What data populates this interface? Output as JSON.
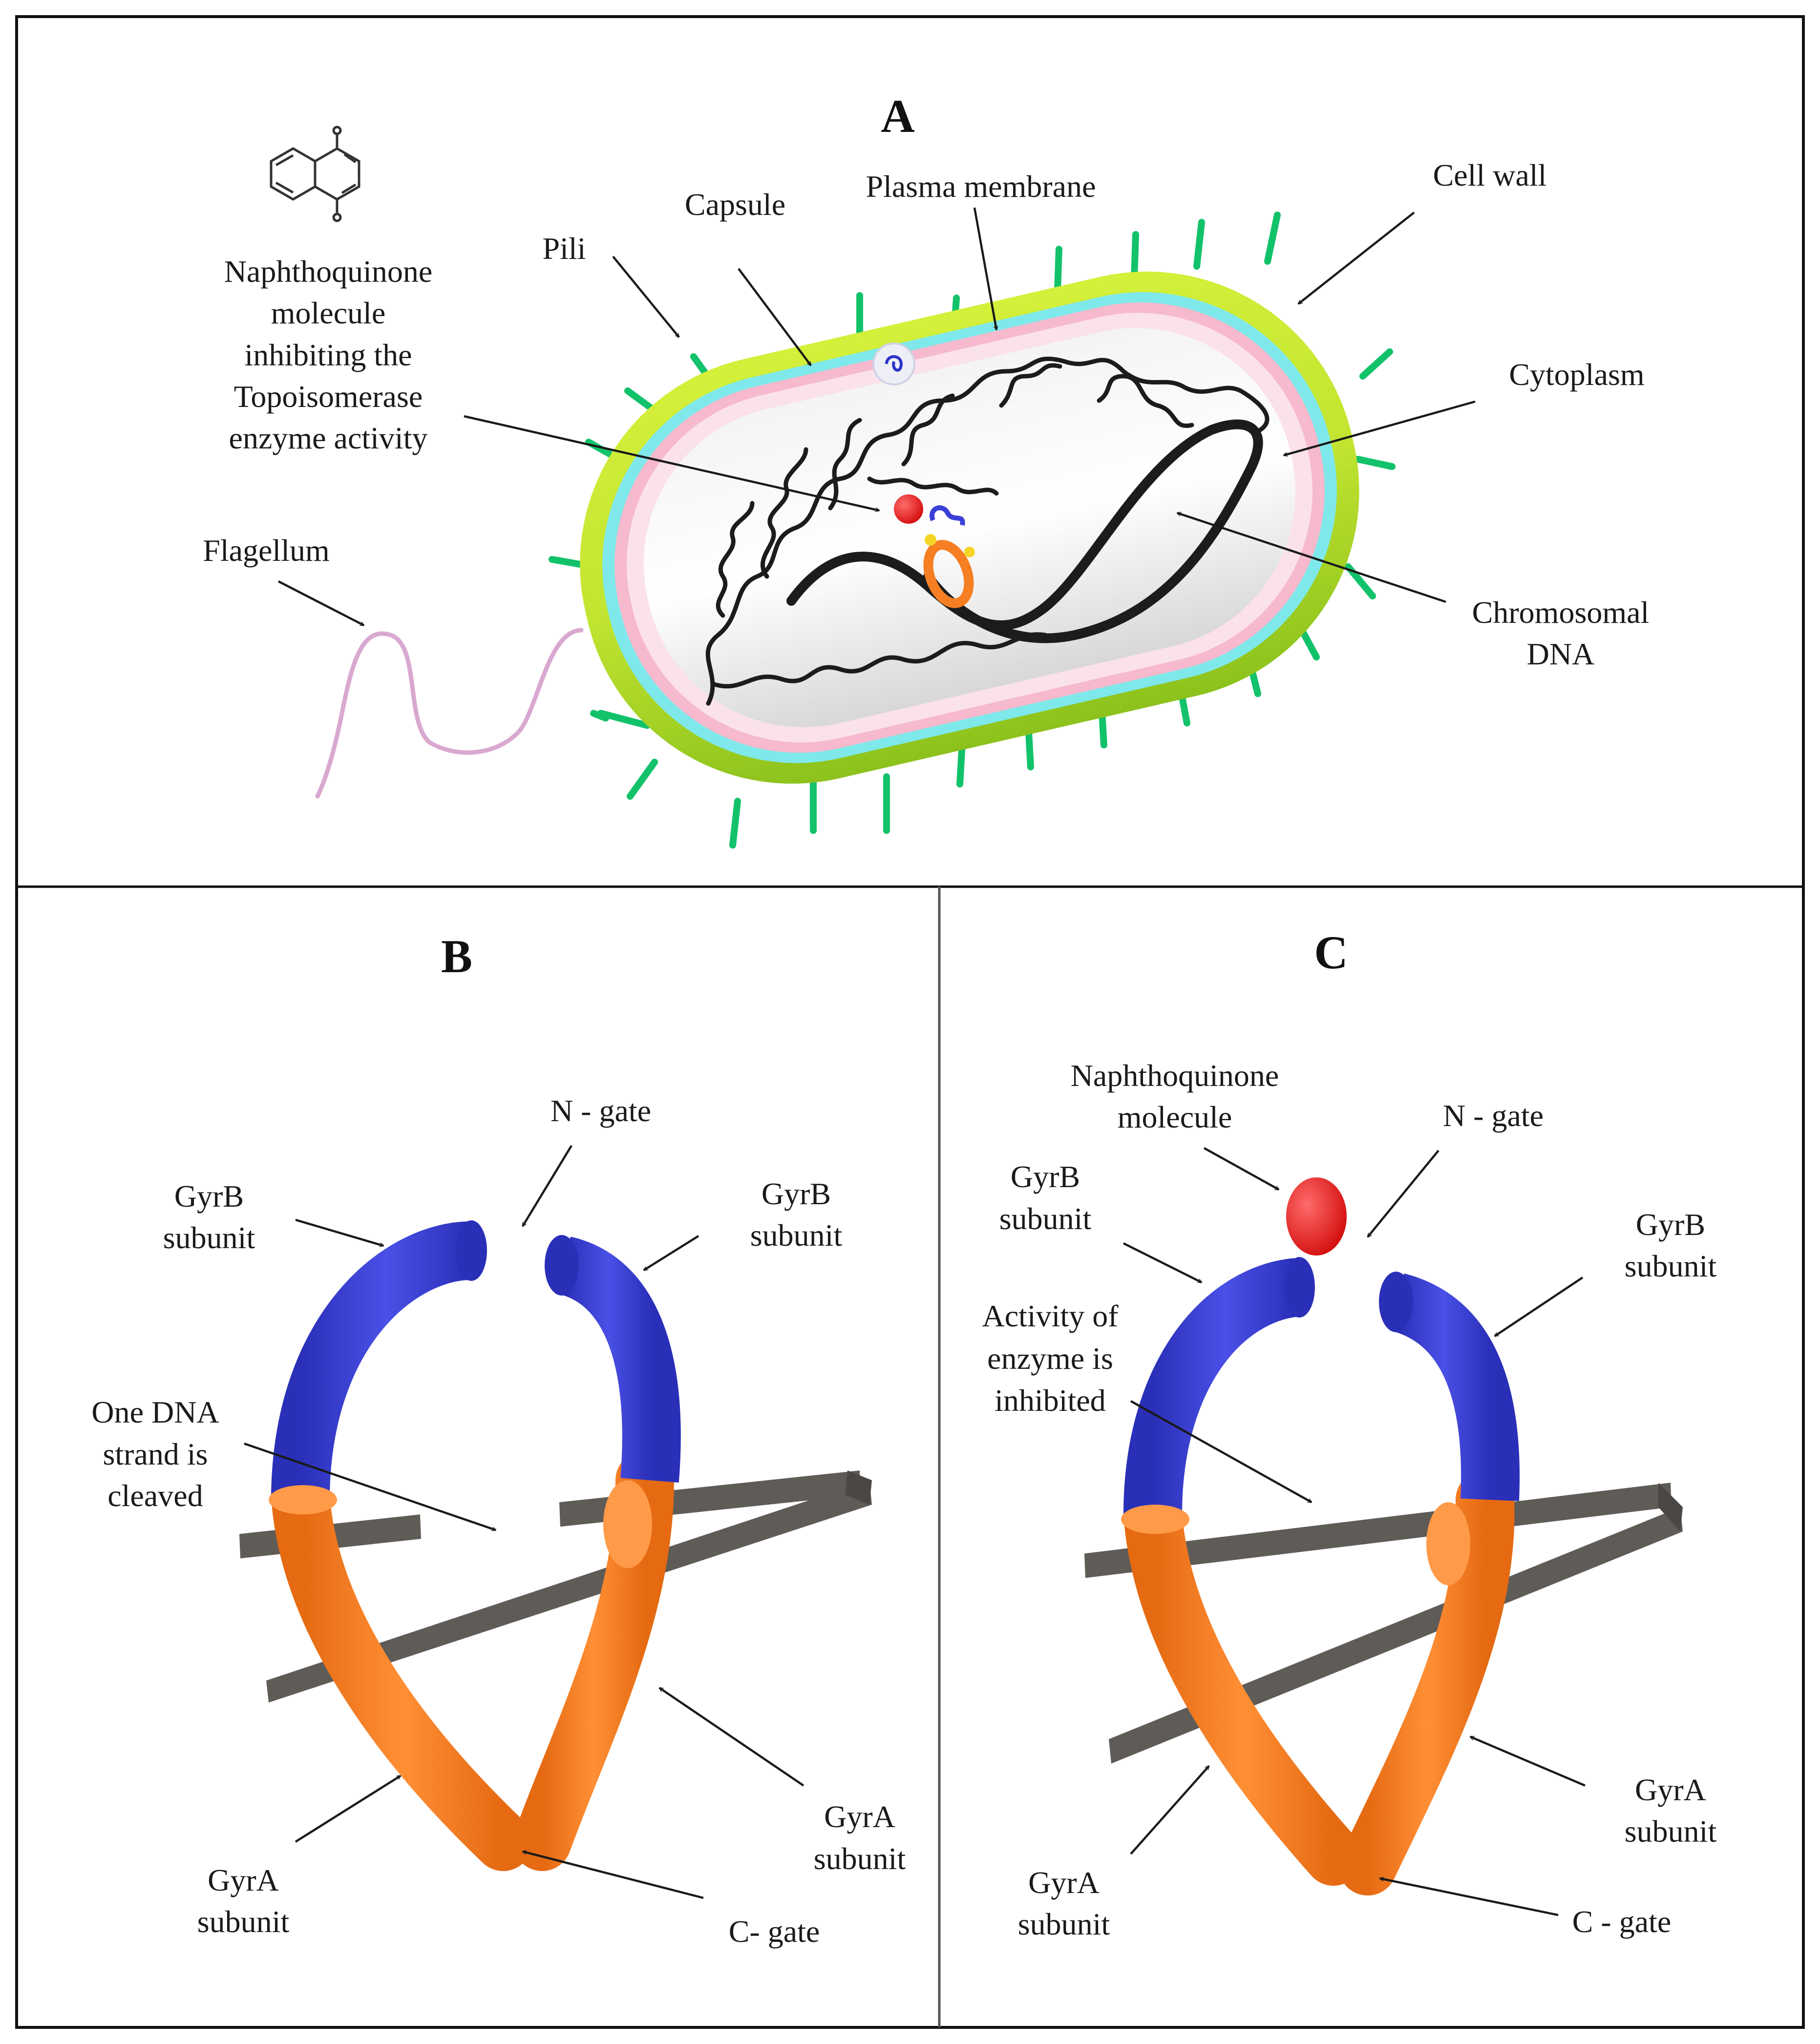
{
  "panels": {
    "a": {
      "title": "A",
      "labels": {
        "naphthoquinone_line1": "Naphthoquinone",
        "naphthoquinone_line2": "molecule",
        "naphthoquinone_line3": "inhibiting  the",
        "naphthoquinone_line4": "Topoisomerase",
        "naphthoquinone_line5": "enzyme  activity",
        "pili": "Pili",
        "capsule": "Capsule",
        "plasma_membrane": "Plasma membrane",
        "cell_wall": "Cell wall",
        "cytoplasm": "Cytoplasm",
        "flagellum": "Flagellum",
        "chromosomal_line1": "Chromosomal",
        "chromosomal_line2": "DNA"
      }
    },
    "b": {
      "title": "B",
      "labels": {
        "n_gate": "N - gate",
        "gyrb_left_line1": "GyrB",
        "gyrb_left_line2": "subunit",
        "gyrb_right_line1": "GyrB",
        "gyrb_right_line2": "subunit",
        "dna_line1": "One DNA",
        "dna_line2": "strand is",
        "dna_line3": "cleaved",
        "gyra_right_line1": "GyrA",
        "gyra_right_line2": "subunit",
        "gyra_left_line1": "GyrA",
        "gyra_left_line2": "subunit",
        "c_gate": "C- gate"
      }
    },
    "c": {
      "title": "C",
      "labels": {
        "naphtho_line1": "Naphthoquinone",
        "naphtho_line2": "molecule",
        "n_gate": "N - gate",
        "gyrb_left_line1": "GyrB",
        "gyrb_left_line2": "subunit",
        "gyrb_right_line1": "GyrB",
        "gyrb_right_line2": "subunit",
        "activity_line1": "Activity  of",
        "activity_line2": "enzyme  is",
        "activity_line3": "inhibited",
        "gyra_right_line1": "GyrA",
        "gyra_right_line2": "subunit",
        "gyra_left_line1": "GyrA",
        "gyra_left_line2": "subunit",
        "c_gate": "C - gate"
      }
    }
  },
  "colors": {
    "gyrb": "#3a3fd6",
    "gyra": "#f57f22",
    "dna_rod": "#5f5b57",
    "naphthoquinone": "#e01818",
    "cell_wall": "#b6e02c",
    "pili": "#12c26a",
    "flagellum": "#d9a8d0"
  },
  "icons": [
    "naphthoquinone-structure-icon"
  ]
}
